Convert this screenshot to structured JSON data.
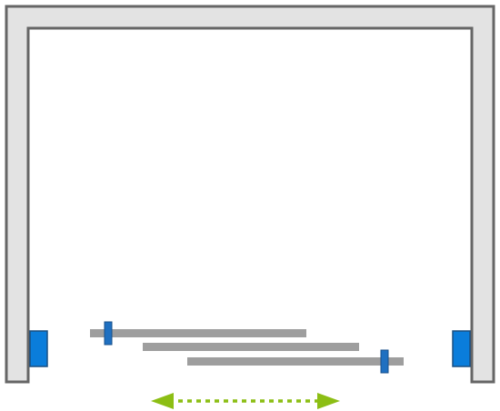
{
  "diagram": {
    "kind": "sliding-door-plan",
    "sliding_direction": "horizontal-both-ways",
    "panel_count": 3,
    "colors": {
      "frame_fill": "#e3e3e3",
      "frame_stroke": "#666666",
      "panel": "#9e9e9e",
      "handle": "#1f70c1",
      "handle_stroke": "#174f8a",
      "wall_profile": "#0a7ddb",
      "wall_profile_stroke": "#1a4f80",
      "arrow": "#8cbe14"
    },
    "icons": {
      "arrow": "double-headed-dotted-arrow",
      "handle": "door-handle-icon"
    }
  }
}
